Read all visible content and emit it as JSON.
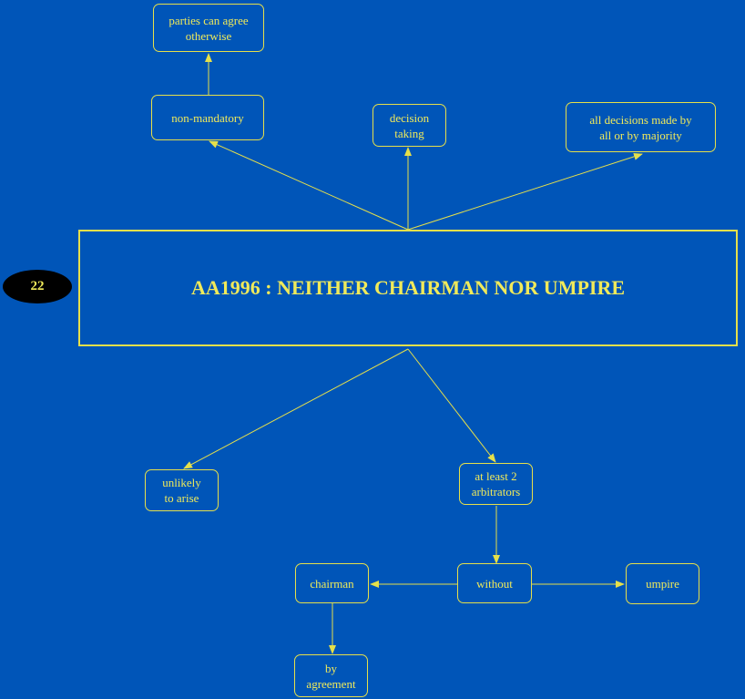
{
  "badge": "22",
  "title": "AA1996 : NEITHER CHAIRMAN NOR UMPIRE",
  "nodes": {
    "parties": "parties can agree\notherwise",
    "non_mandatory": "non-mandatory",
    "decision": "decision\ntaking",
    "all_decisions": "all decisions made by\nall or by majority",
    "unlikely": "unlikely\nto arise",
    "at_least": "at least 2\narbitrators",
    "chairman": "chairman",
    "without": "without",
    "umpire": "umpire",
    "agreement": "by\nagreement"
  },
  "colors": {
    "background": "#0055b8",
    "line": "#e6e04a",
    "text": "#f0ea5a",
    "badge": "#000000"
  }
}
